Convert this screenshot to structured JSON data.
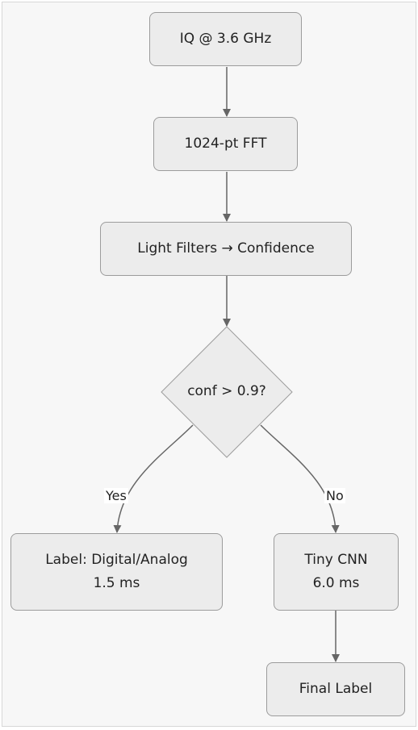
{
  "nodes": {
    "iq": {
      "label": "IQ @ 3.6 GHz"
    },
    "fft": {
      "label": "1024-pt FFT"
    },
    "filters": {
      "label": "Light Filters → Confidence"
    },
    "decision": {
      "label": "conf > 0.9?"
    },
    "label_node": {
      "line1": "Label: Digital/Analog",
      "line2": "1.5 ms"
    },
    "cnn": {
      "line1": "Tiny CNN",
      "line2": "6.0 ms"
    },
    "final": {
      "label": "Final Label"
    }
  },
  "edge_labels": {
    "yes": "Yes",
    "no": "No"
  }
}
